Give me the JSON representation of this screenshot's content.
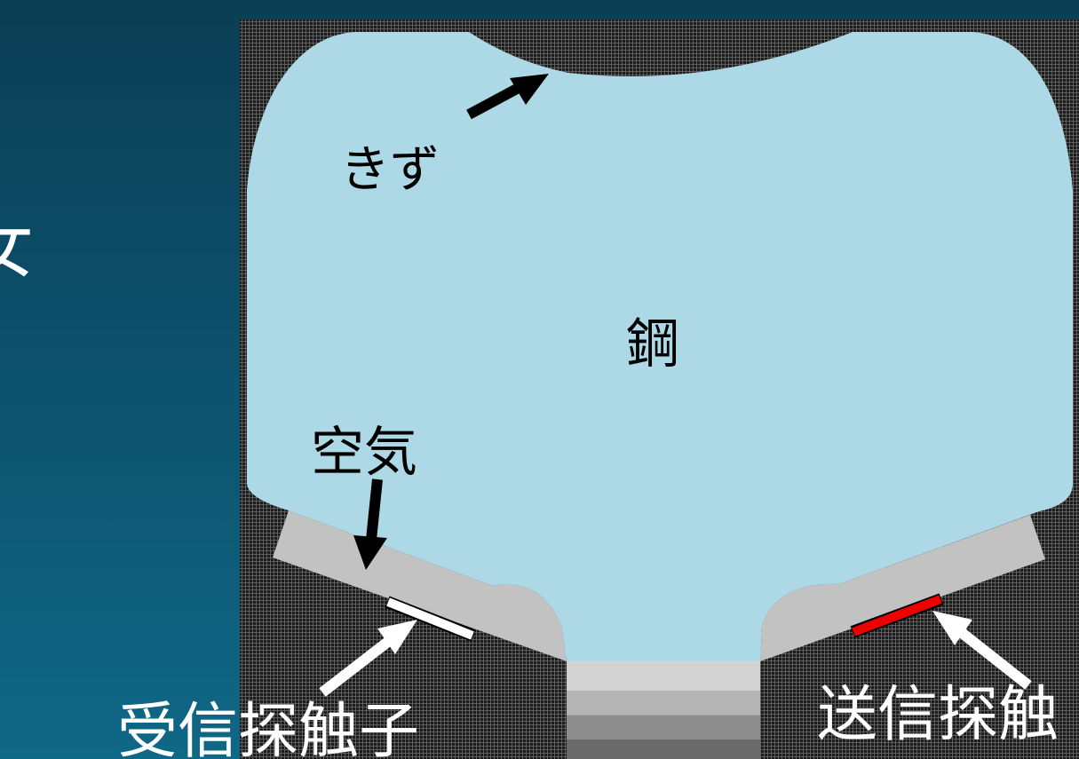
{
  "labels": {
    "slide_edge_glyph": "女",
    "flaw": "きず",
    "steel": "鋼",
    "air": "空気",
    "receiver": "受信探触子",
    "transmitter": "送信探触"
  },
  "colors": {
    "slide_bg_top": "#0b3e55",
    "slide_bg_bottom": "#0f6886",
    "mesh_bg": "#1c1c1c",
    "mesh_line": "#6e6e6e",
    "steel": "#add8e5",
    "wedge": "#c2c2c2",
    "receiver_probe": "#ffffff",
    "transmitter_probe": "#ee0000",
    "arrow_black": "#000000",
    "arrow_white": "#ffffff",
    "label_dark": "#000000",
    "label_light": "#ffffff"
  },
  "icons": {
    "flaw_arrow": "arrow-up-right-black",
    "air_arrow": "arrow-down-black",
    "receiver_arrow": "arrow-up-right-white",
    "transmitter_arrow": "arrow-up-left-white"
  }
}
